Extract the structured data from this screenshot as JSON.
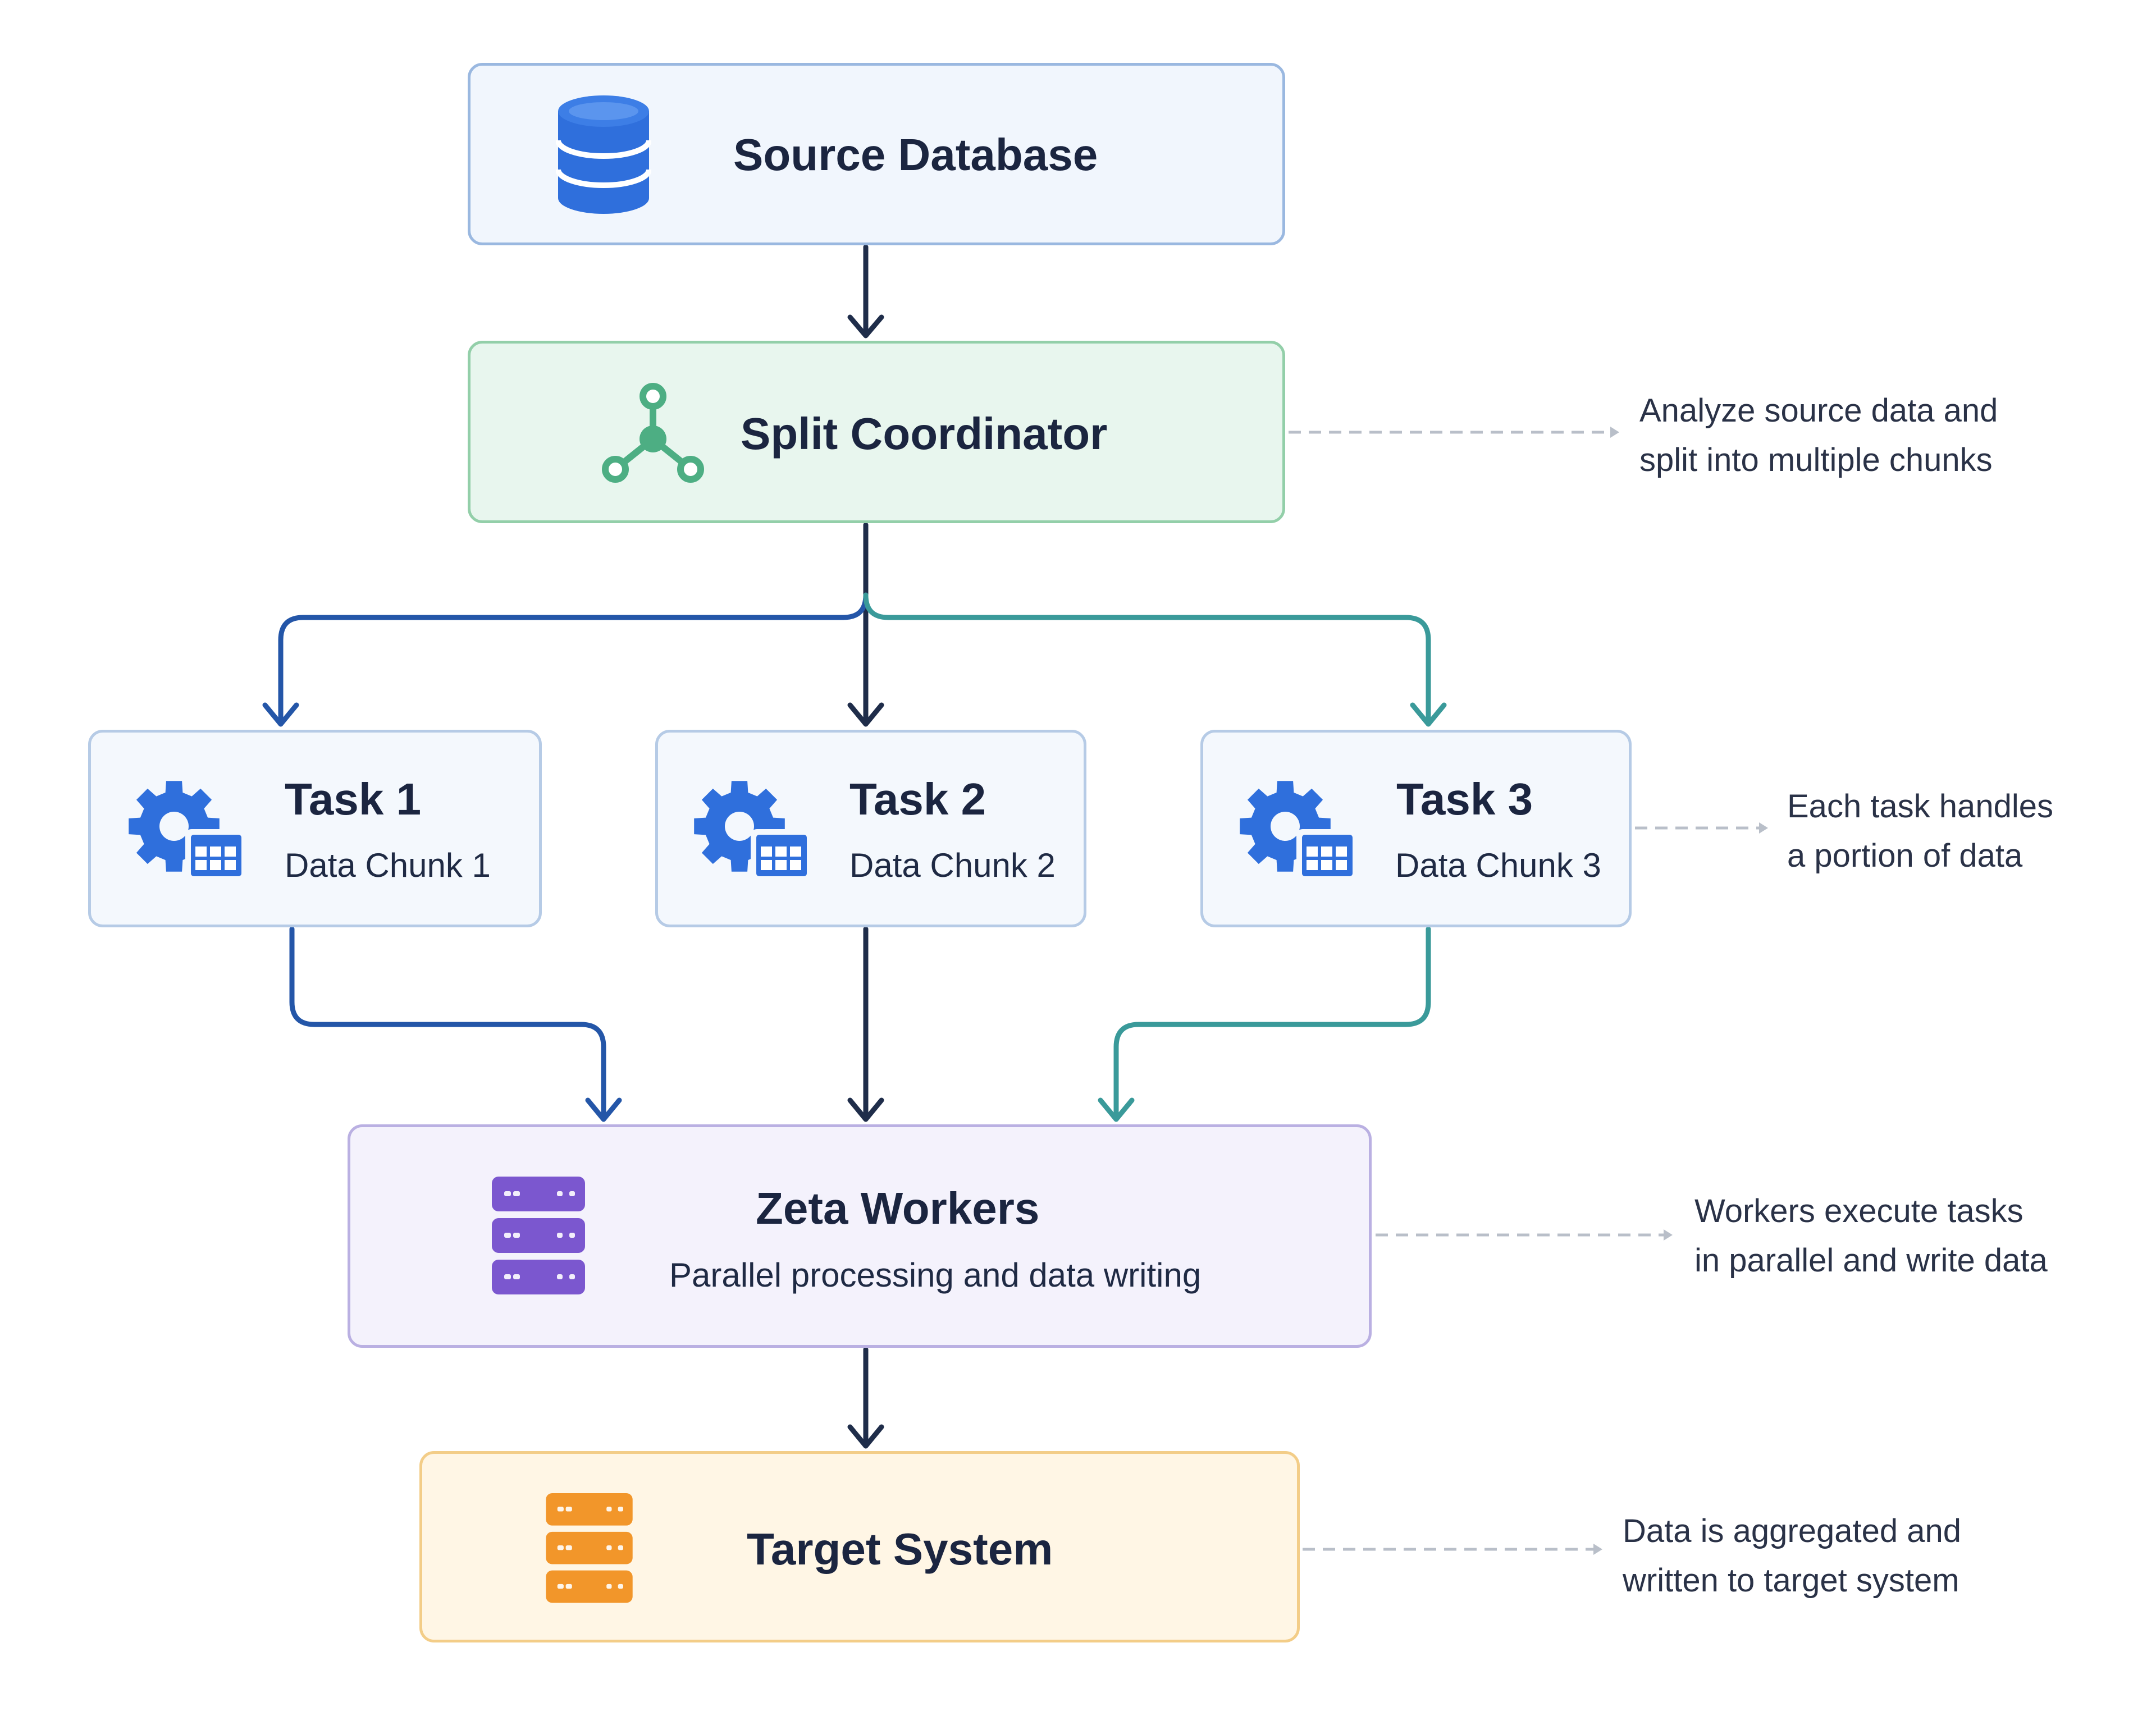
{
  "nodes": {
    "source": {
      "title": "Source Database",
      "icon": "database-icon"
    },
    "split": {
      "title": "Split Coordinator",
      "icon": "network-nodes-icon"
    },
    "tasks": [
      {
        "title": "Task 1",
        "subtitle": "Data Chunk 1",
        "icon": "gear-table-icon"
      },
      {
        "title": "Task 2",
        "subtitle": "Data Chunk 2",
        "icon": "gear-table-icon"
      },
      {
        "title": "Task 3",
        "subtitle": "Data Chunk 3",
        "icon": "gear-table-icon"
      }
    ],
    "workers": {
      "title": "Zeta Workers",
      "subtitle": "Parallel processing and data writing",
      "icon": "server-stack-icon"
    },
    "target": {
      "title": "Target System",
      "icon": "server-stack-icon"
    }
  },
  "notes": {
    "split": [
      "Analyze source data and",
      "split into multiple chunks"
    ],
    "tasks": [
      "Each task handles",
      "a portion of data"
    ],
    "workers": [
      "Workers execute tasks",
      "in parallel and write data"
    ],
    "target": [
      "Data is aggregated and",
      "written to target system"
    ]
  },
  "colors": {
    "arrow_dark": "#1f2d4a",
    "arrow_blue": "#2456a8",
    "arrow_teal": "#3a9a9a",
    "icon_blue": "#2f6fdc",
    "icon_green": "#4dae83",
    "icon_purple": "#7b57cf",
    "icon_orange": "#f2962a",
    "note_line": "#b9bfc9"
  }
}
